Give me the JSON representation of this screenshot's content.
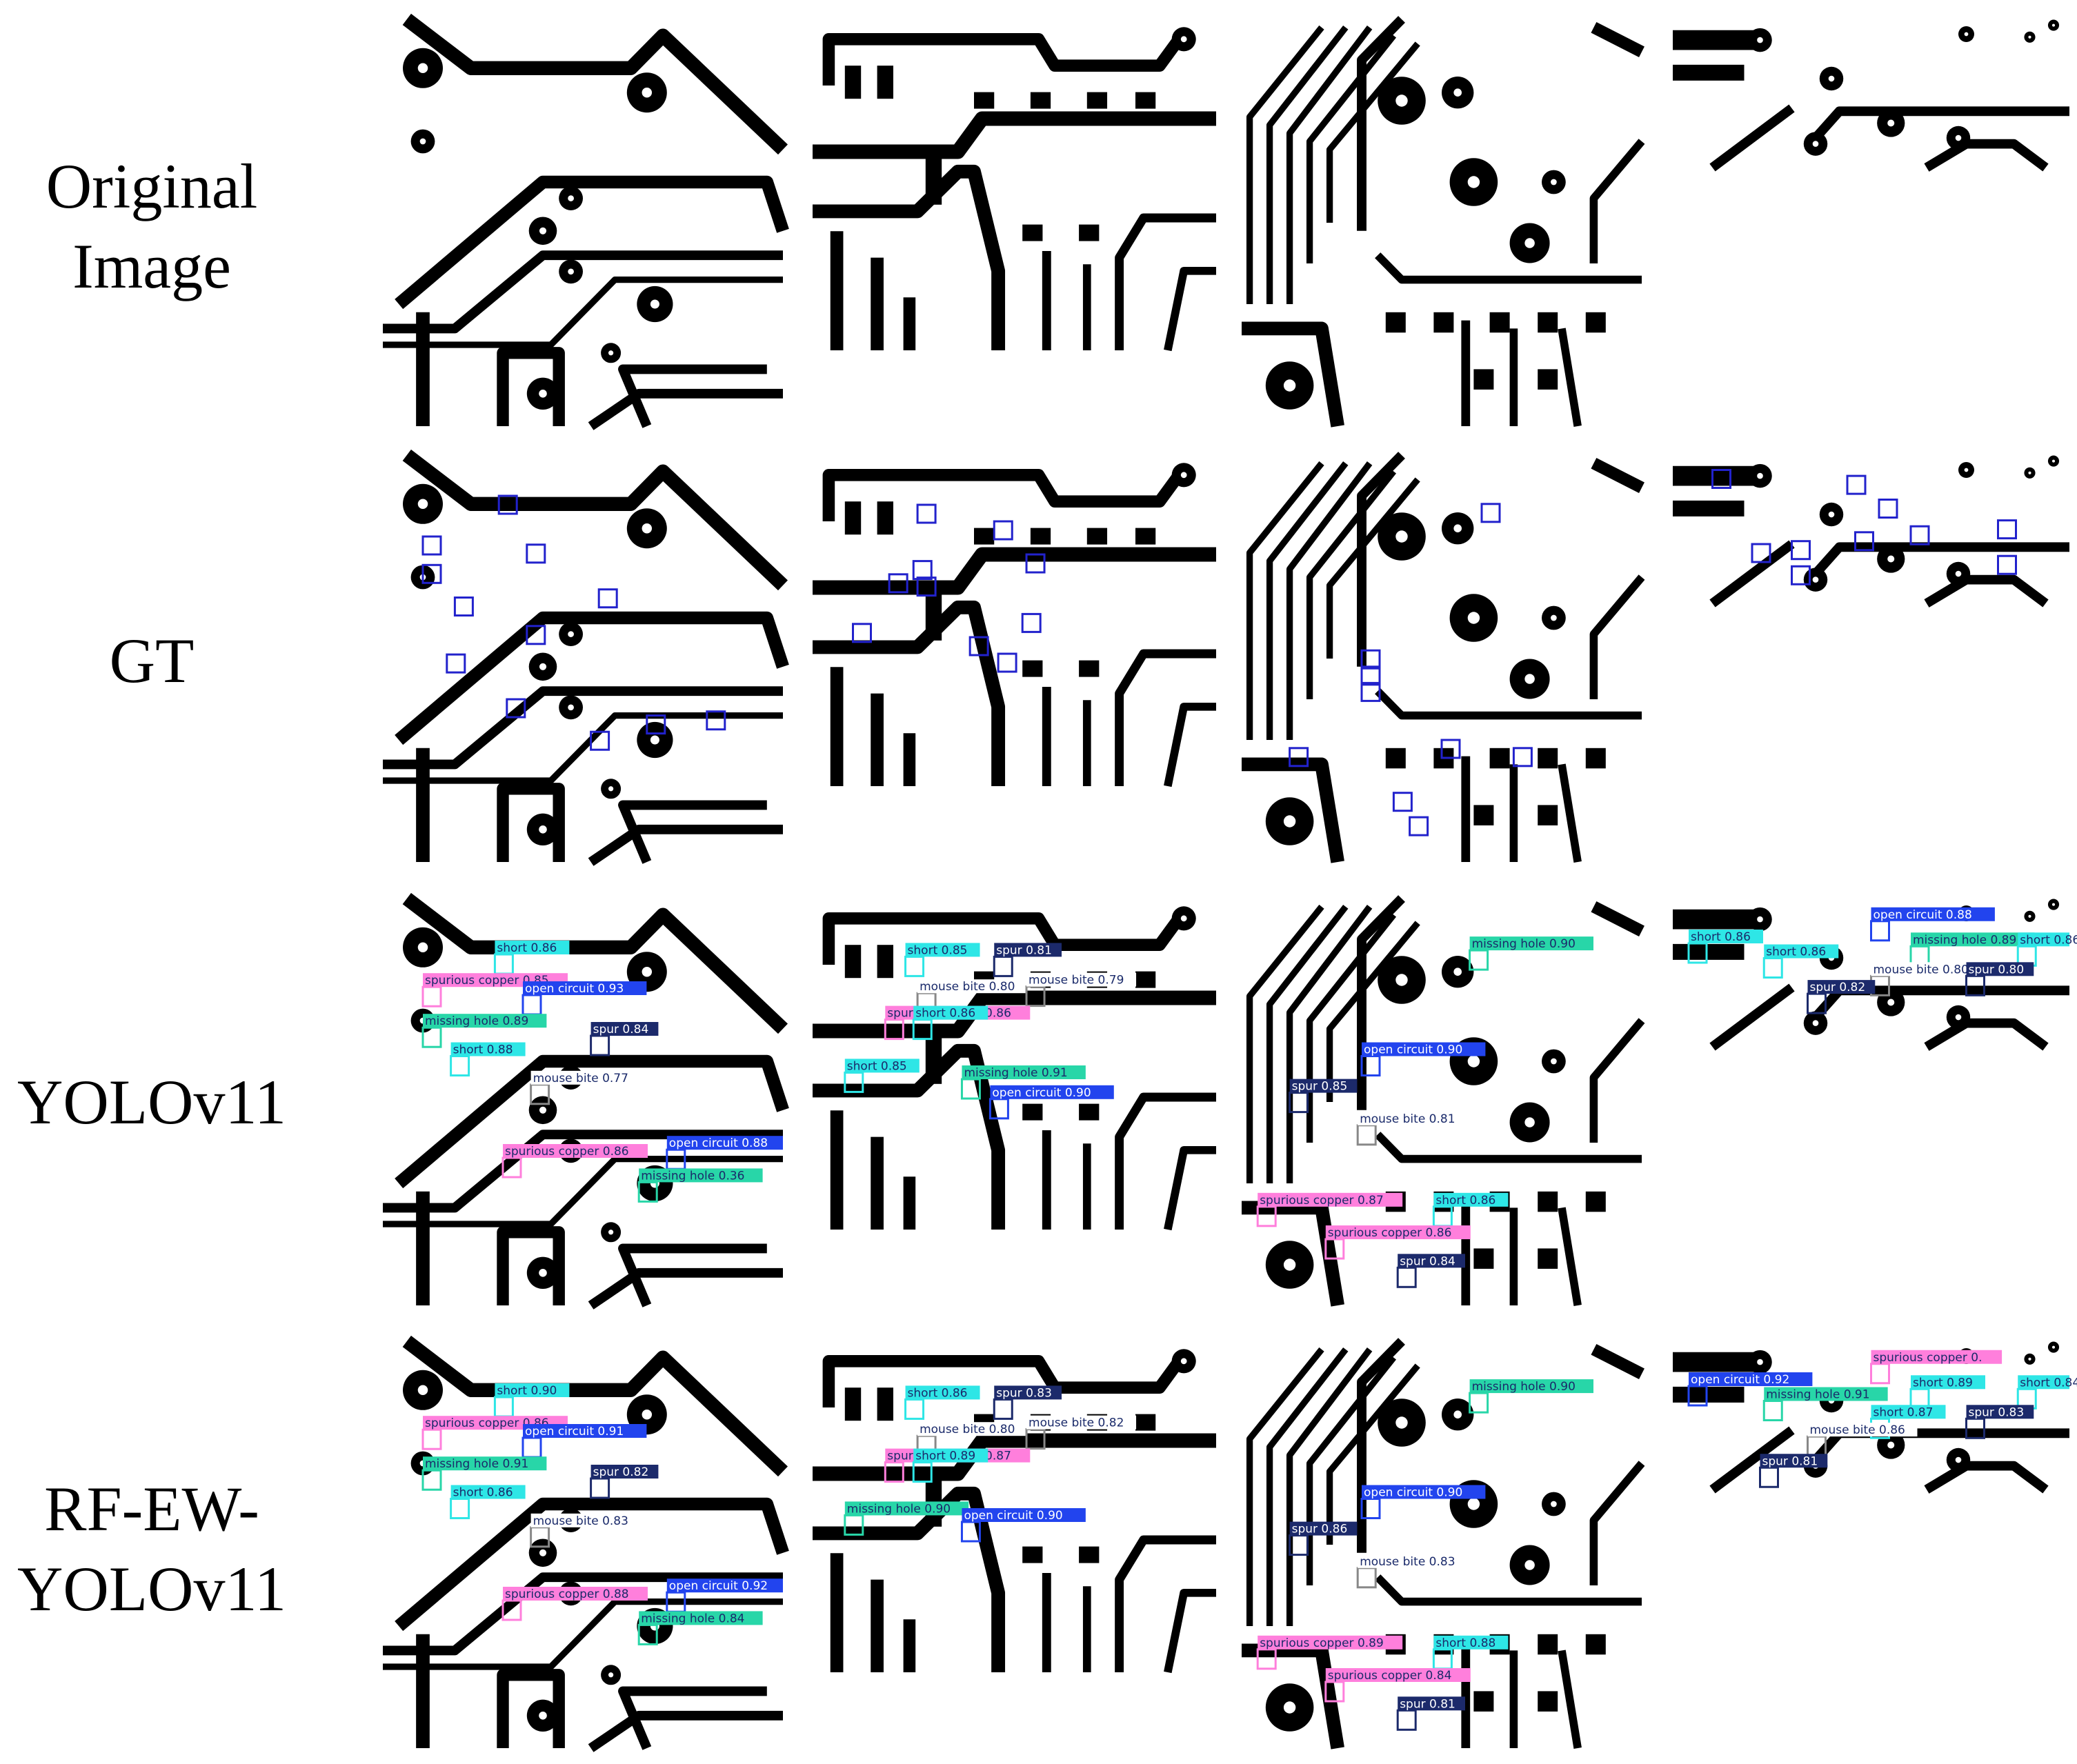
{
  "rows": [
    {
      "label_lines": [
        "Original",
        "Image"
      ],
      "kind": "original"
    },
    {
      "label_lines": [
        "GT"
      ],
      "kind": "gt"
    },
    {
      "label_lines": [
        "YOLOv11"
      ],
      "kind": "pred"
    },
    {
      "label_lines": [
        "RF-EW-",
        "YOLOv11"
      ],
      "kind": "pred"
    }
  ],
  "colors": {
    "short": "#2ee6e6",
    "spur": "#1c2a6b",
    "spurious_copper": "#ff7fdc",
    "open_circuit": "#2244ee",
    "missing_hole": "#28d6a8",
    "mouse_bite": "#ffffff",
    "gt_box": "#2222cc",
    "copper": "#000000"
  },
  "panels": [
    {
      "gt_boxes": 12,
      "yolov11": [
        {
          "label": "short 0.86",
          "cls": "short"
        },
        {
          "label": "spurious copper 0.85",
          "cls": "spurious_copper"
        },
        {
          "label": "open circuit 0.93",
          "cls": "open_circuit"
        },
        {
          "label": "missing hole 0.89",
          "cls": "missing_hole"
        },
        {
          "label": "short 0.88",
          "cls": "short"
        },
        {
          "label": "spur 0.84",
          "cls": "spur"
        },
        {
          "label": "mouse bite 0.77",
          "cls": "mouse_bite"
        },
        {
          "label": "spurious copper 0.86",
          "cls": "spurious_copper"
        },
        {
          "label": "open circuit 0.88",
          "cls": "open_circuit"
        },
        {
          "label": "missing hole 0.36",
          "cls": "missing_hole"
        }
      ],
      "rfew": [
        {
          "label": "short 0.90",
          "cls": "short"
        },
        {
          "label": "spurious copper 0.86",
          "cls": "spurious_copper"
        },
        {
          "label": "open circuit 0.91",
          "cls": "open_circuit"
        },
        {
          "label": "missing hole 0.91",
          "cls": "missing_hole"
        },
        {
          "label": "short 0.86",
          "cls": "short"
        },
        {
          "label": "spur 0.82",
          "cls": "spur"
        },
        {
          "label": "mouse bite 0.83",
          "cls": "mouse_bite"
        },
        {
          "label": "spurious copper 0.88",
          "cls": "spurious_copper"
        },
        {
          "label": "open circuit 0.92",
          "cls": "open_circuit"
        },
        {
          "label": "missing hole 0.84",
          "cls": "missing_hole"
        }
      ]
    },
    {
      "gt_boxes": 10,
      "yolov11": [
        {
          "label": "short 0.85",
          "cls": "short"
        },
        {
          "label": "spur 0.81",
          "cls": "spur"
        },
        {
          "label": "mouse bite 0.80",
          "cls": "mouse_bite"
        },
        {
          "label": "mouse bite 0.79",
          "cls": "mouse_bite"
        },
        {
          "label": "spurious copper 0.86",
          "cls": "spurious_copper"
        },
        {
          "label": "short 0.86",
          "cls": "short"
        },
        {
          "label": "short 0.85",
          "cls": "short"
        },
        {
          "label": "missing hole 0.91",
          "cls": "missing_hole"
        },
        {
          "label": "open circuit 0.90",
          "cls": "open_circuit"
        }
      ],
      "rfew": [
        {
          "label": "short 0.86",
          "cls": "short"
        },
        {
          "label": "spur 0.83",
          "cls": "spur"
        },
        {
          "label": "mouse bite 0.80",
          "cls": "mouse_bite"
        },
        {
          "label": "mouse bite 0.82",
          "cls": "mouse_bite"
        },
        {
          "label": "spurious copper 0.87",
          "cls": "spurious_copper"
        },
        {
          "label": "short 0.89",
          "cls": "short"
        },
        {
          "label": "missing hole 0.90",
          "cls": "missing_hole"
        },
        {
          "label": "open circuit 0.90",
          "cls": "open_circuit"
        }
      ]
    },
    {
      "gt_boxes": 9,
      "yolov11": [
        {
          "label": "missing hole 0.90",
          "cls": "missing_hole"
        },
        {
          "label": "open circuit 0.90",
          "cls": "open_circuit"
        },
        {
          "label": "spur 0.85",
          "cls": "spur"
        },
        {
          "label": "mouse bite 0.81",
          "cls": "mouse_bite"
        },
        {
          "label": "spurious copper 0.87",
          "cls": "spurious_copper"
        },
        {
          "label": "short 0.86",
          "cls": "short"
        },
        {
          "label": "spurious copper 0.86",
          "cls": "spurious_copper"
        },
        {
          "label": "spur 0.84",
          "cls": "spur"
        }
      ],
      "rfew": [
        {
          "label": "missing hole 0.90",
          "cls": "missing_hole"
        },
        {
          "label": "open circuit 0.90",
          "cls": "open_circuit"
        },
        {
          "label": "spur 0.86",
          "cls": "spur"
        },
        {
          "label": "mouse bite 0.83",
          "cls": "mouse_bite"
        },
        {
          "label": "spurious copper 0.89",
          "cls": "spurious_copper"
        },
        {
          "label": "short 0.88",
          "cls": "short"
        },
        {
          "label": "spurious copper 0.84",
          "cls": "spurious_copper"
        },
        {
          "label": "spur 0.81",
          "cls": "spur"
        }
      ]
    },
    {
      "gt_boxes": 10,
      "yolov11": [
        {
          "label": "open circuit 0.88",
          "cls": "open_circuit"
        },
        {
          "label": "short 0.86",
          "cls": "short"
        },
        {
          "label": "missing hole 0.89",
          "cls": "missing_hole"
        },
        {
          "label": "short 0.86",
          "cls": "short"
        },
        {
          "label": "short 0.86",
          "cls": "short"
        },
        {
          "label": "mouse bite 0.80",
          "cls": "mouse_bite"
        },
        {
          "label": "spur 0.82",
          "cls": "spur"
        },
        {
          "label": "spur 0.80",
          "cls": "spur"
        }
      ],
      "rfew": [
        {
          "label": "spurious copper 0.",
          "cls": "spurious_copper"
        },
        {
          "label": "open circuit 0.92",
          "cls": "open_circuit"
        },
        {
          "label": "short 0.89",
          "cls": "short"
        },
        {
          "label": "missing hole 0.91",
          "cls": "missing_hole"
        },
        {
          "label": "short 0.84",
          "cls": "short"
        },
        {
          "label": "short 0.87",
          "cls": "short"
        },
        {
          "label": "mouse bite 0.86",
          "cls": "mouse_bite"
        },
        {
          "label": "spur 0.83",
          "cls": "spur"
        },
        {
          "label": "spur 0.81",
          "cls": "spur"
        }
      ]
    }
  ]
}
